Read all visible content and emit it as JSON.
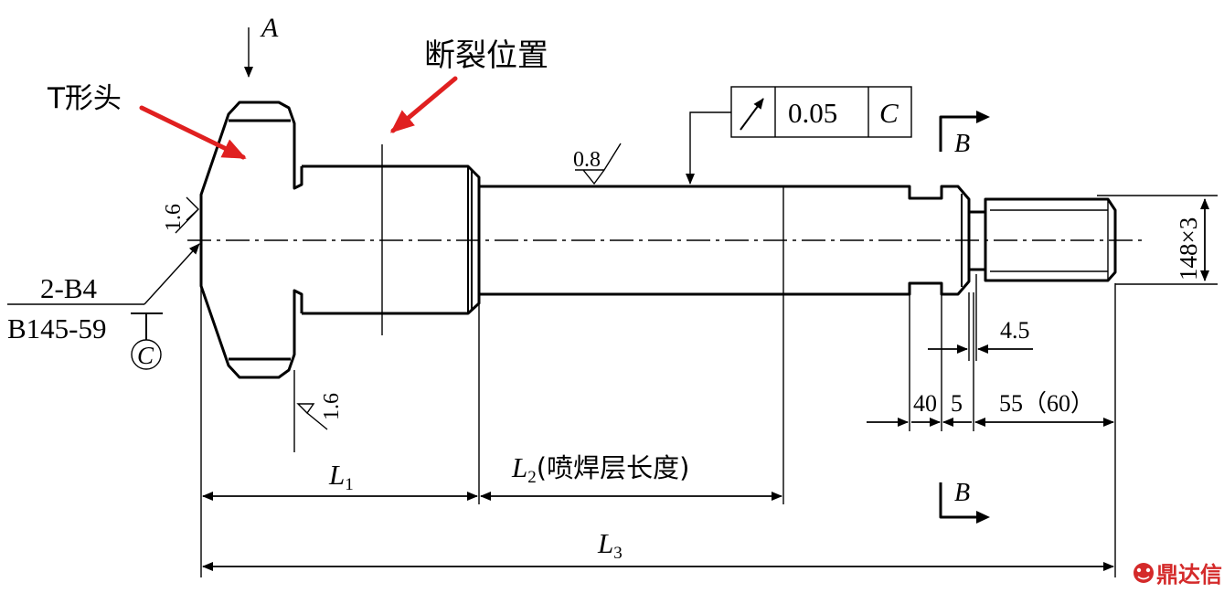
{
  "view_label": "A",
  "callouts": {
    "t_head": "T形头",
    "fracture": "断裂位置"
  },
  "roughness": {
    "left_face": "1.6",
    "neck": "1.6",
    "shaft": "0.8"
  },
  "center_hole": {
    "spec": "2-B4",
    "standard": "B145-59",
    "symbol": "C"
  },
  "tolerance_frame": {
    "tolerance": "0.05",
    "datum": "C"
  },
  "section": {
    "top": "B",
    "bottom": "B"
  },
  "dimensions": {
    "l1": "L",
    "l1_sub": "1",
    "l2": "L",
    "l2_sub": "2",
    "l2_note": "(喷焊层长度)",
    "l3": "L",
    "l3_sub": "3",
    "d40": "40",
    "d5": "5",
    "d55": "55（60）",
    "d45": "4.5",
    "thread": "148×3"
  },
  "watermark": "鼎达信",
  "colors": {
    "callout_arrow": "#e02020",
    "line": "#000000",
    "watermark": "#d42a2a"
  }
}
